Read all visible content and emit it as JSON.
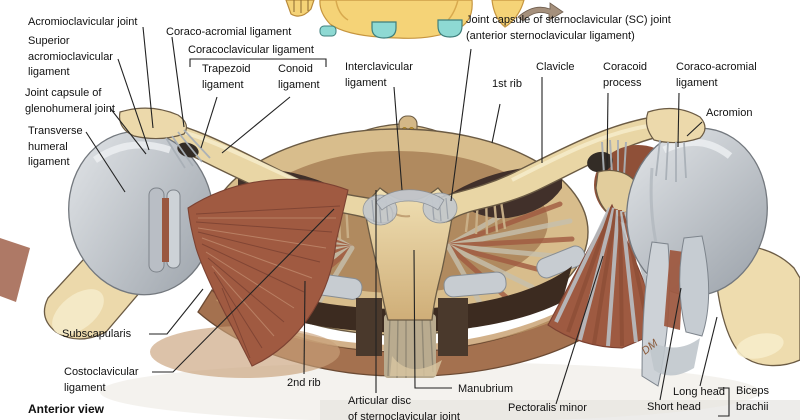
{
  "figure": {
    "view_caption": "Anterior view",
    "artist_signature": "DM"
  },
  "labels": {
    "acromioclavicular_joint": "Acromioclavicular joint",
    "superior_acromioclavicular_ligament": "Superior\nacromioclavicular\nligament",
    "joint_capsule_glenohumeral": "Joint capsule of\nglenohumeral joint",
    "transverse_humeral_ligament": "Transverse\nhumeral\nligament",
    "coraco_acromial_ligament_left": "Coraco-acromial ligament",
    "coracoclavicular_ligament": "Coracoclavicular ligament",
    "trapezoid_ligament": "Trapezoid\nligament",
    "conoid_ligament": "Conoid\nligament",
    "interclavicular_ligament": "Interclavicular\nligament",
    "sc_joint_capsule": "Joint capsule of sternoclavicular (SC) joint\n(anterior sternoclavicular ligament)",
    "first_rib": "1st rib",
    "clavicle": "Clavicle",
    "coracoid_process": "Coracoid\nprocess",
    "coraco_acromial_ligament_right": "Coraco-acromial\nligament",
    "acromion": "Acromion",
    "subscapularis": "Subscapularis",
    "costoclavicular_ligament": "Costoclavicular\nligament",
    "second_rib": "2nd rib",
    "articular_disc": "Articular disc\nof sternoclavicular joint",
    "manubrium": "Manubrium",
    "pectoralis_minor": "Pectoralis minor",
    "short_head": "Short head",
    "long_head": "Long head",
    "biceps_brachii": "Biceps\nbrachii"
  },
  "colors": {
    "background": "#ffffff",
    "label_text": "#111111",
    "leader_line": "#222222",
    "bone": "#e8d5a4",
    "bone_light": "#f3e7c3",
    "bone_shade": "#c7a369",
    "outline": "#6b5b44",
    "cartilage_gray": "#c6cad0",
    "gray_shade": "#8a9097",
    "muscle_red": "#a05a41",
    "muscle_dark": "#7c4232",
    "cavity_dark": "#3c2b20",
    "inset_yellow": "#f5d377",
    "inset_teal": "#8ed9d3",
    "marrow_yellow": "#e8a821"
  }
}
